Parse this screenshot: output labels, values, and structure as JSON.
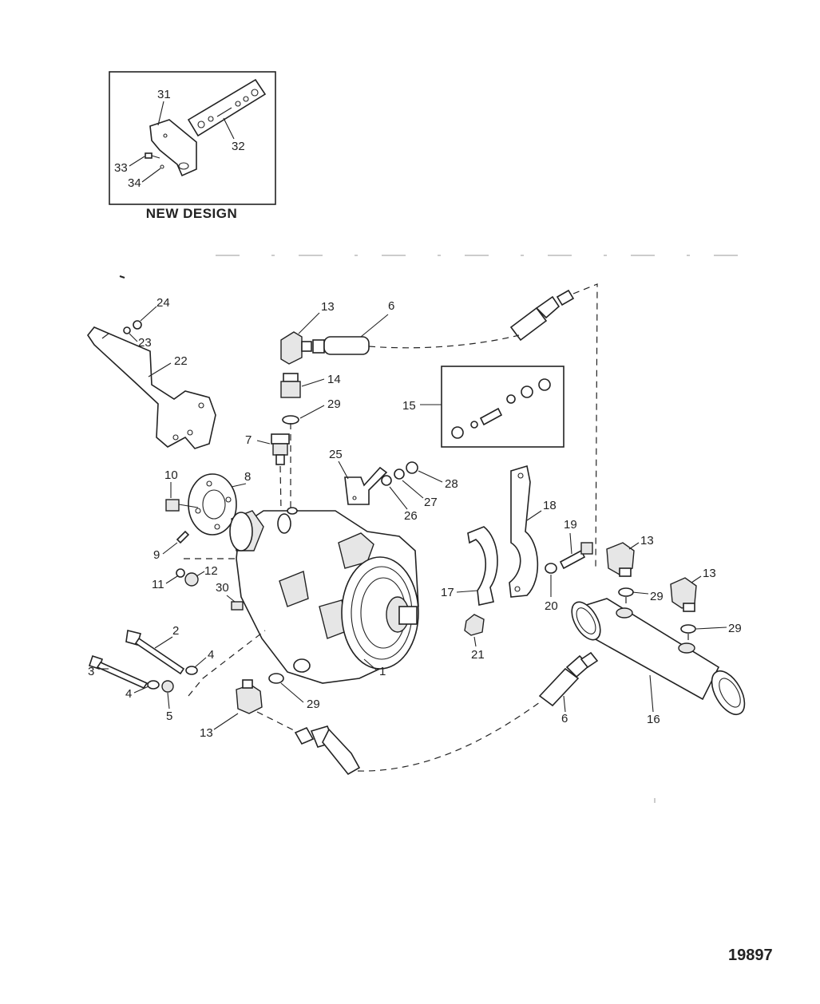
{
  "inset": {
    "caption": "NEW DESIGN"
  },
  "figure_number": "19897",
  "callouts": {
    "c1": "1",
    "c2": "2",
    "c3": "3",
    "c4a": "4",
    "c4b": "4",
    "c5": "5",
    "c6a": "6",
    "c6b": "6",
    "c7": "7",
    "c8": "8",
    "c9": "9",
    "c10": "10",
    "c11": "11",
    "c12": "12",
    "c13a": "13",
    "c13b": "13",
    "c13c": "13",
    "c13d": "13",
    "c14": "14",
    "c15": "15",
    "c16": "16",
    "c17": "17",
    "c18": "18",
    "c19": "19",
    "c20": "20",
    "c21": "21",
    "c22": "22",
    "c23": "23",
    "c24": "24",
    "c25": "25",
    "c26": "26",
    "c27": "27",
    "c28": "28",
    "c29a": "29",
    "c29b": "29",
    "c29c": "29",
    "c29d": "29",
    "c30": "30",
    "c31": "31",
    "c32": "32",
    "c33": "33",
    "c34": "34"
  }
}
